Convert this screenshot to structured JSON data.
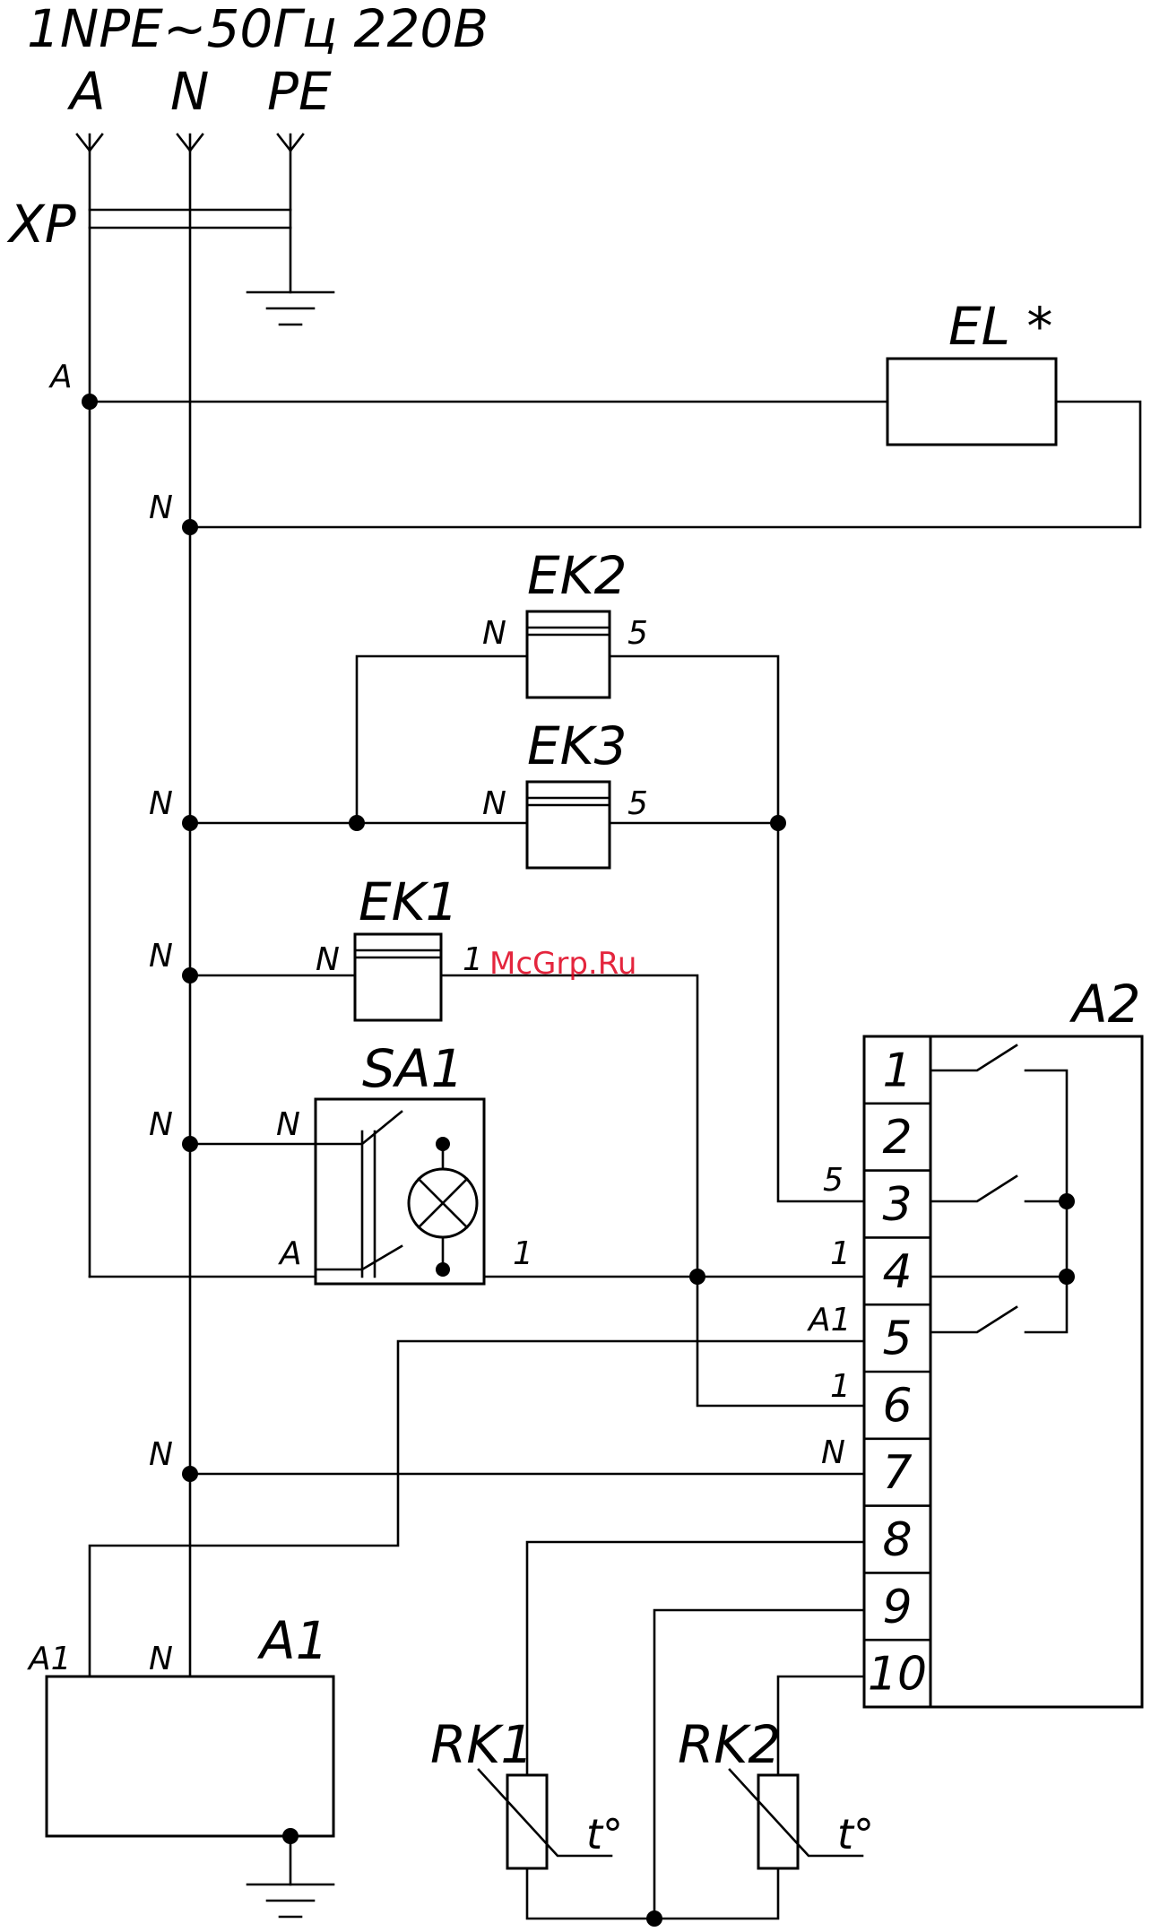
{
  "supply": {
    "title": "1NPE~50Гц 220В",
    "phase": "A",
    "neutral": "N",
    "earth": "PE",
    "plug": "XP"
  },
  "junctions": {
    "a": "A",
    "n1": "N",
    "n2": "N",
    "n3": "N",
    "n4": "N",
    "n5": "N"
  },
  "components": {
    "el": "EL *",
    "ek2": "EK2",
    "ek3": "EK3",
    "ek1": "EK1",
    "sa1": "SA1",
    "a2": "A2",
    "a1": "A1",
    "rk1": "RK1",
    "rk2": "RK2"
  },
  "pins": {
    "ek2_n": "N",
    "ek2_5": "5",
    "ek3_n": "N",
    "ek3_5": "5",
    "ek1_n": "N",
    "ek1_1": "1",
    "sa1_n": "N",
    "sa1_a": "A",
    "sa1_1": "1",
    "a1_a1": "A1",
    "a1_n": "N",
    "temp1": "t°",
    "temp2": "t°"
  },
  "terminal_block": {
    "terminals": [
      "1",
      "2",
      "3",
      "4",
      "5",
      "6",
      "7",
      "8",
      "9",
      "10"
    ],
    "wire_labels": {
      "t3": "5",
      "t4": "1",
      "t5": "A1",
      "t6": "1",
      "t7": "N"
    }
  },
  "watermark": "McGrp.Ru"
}
